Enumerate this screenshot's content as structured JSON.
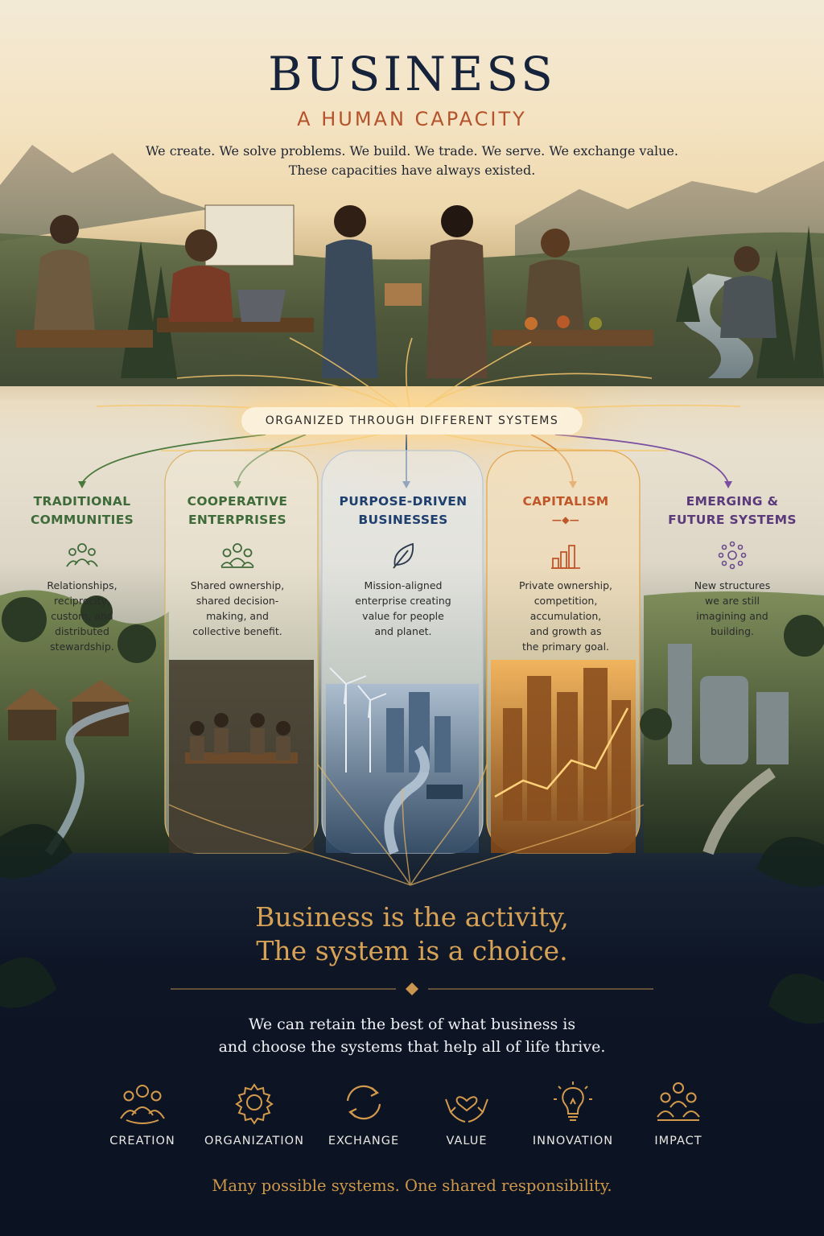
{
  "header": {
    "title": "BUSINESS",
    "subtitle": "A HUMAN CAPACITY",
    "intro_line1": "We create. We solve problems. We build. We trade. We serve. We exchange value.",
    "intro_line2": "These capacities have always existed."
  },
  "banner": "ORGANIZED THROUGH DIFFERENT SYSTEMS",
  "systems": [
    {
      "name1": "TRADITIONAL",
      "name2": "COMMUNITIES",
      "color": "#3f6b3a",
      "icon": "community-people-icon",
      "desc": [
        "Relationships,",
        "reciprocity,",
        "custom, and",
        "distributed",
        "stewardship."
      ]
    },
    {
      "name1": "COOPERATIVE",
      "name2": "ENTERPRISES",
      "color": "#3f6b3a",
      "icon": "group-people-icon",
      "desc": [
        "Shared ownership,",
        "shared decision-",
        "making, and",
        "collective benefit."
      ]
    },
    {
      "name1": "PURPOSE-DRIVEN",
      "name2": "BUSINESSES",
      "color": "#1f3f6e",
      "icon": "leaf-icon",
      "desc": [
        "Mission-aligned",
        "enterprise creating",
        "value for people",
        "and planet."
      ]
    },
    {
      "name1": "CAPITALISM",
      "name2": "",
      "color": "#c0572a",
      "icon": "bar-chart-icon",
      "desc": [
        "Private ownership,",
        "competition,",
        "accumulation,",
        "and growth as",
        "the primary goal."
      ]
    },
    {
      "name1": "EMERGING &",
      "name2": "FUTURE SYSTEMS",
      "color": "#5a3a7a",
      "icon": "dotted-circle-icon",
      "desc": [
        "New structures",
        "we are still",
        "imagining and",
        "building."
      ]
    }
  ],
  "tagline_line1": "Business is the activity,",
  "tagline_line2": "The system is a choice.",
  "closing_line1": "We can retain the best of what business is",
  "closing_line2": "and choose the systems that help all of life thrive.",
  "pillars": [
    {
      "label": "CREATION",
      "icon": "people-group-icon"
    },
    {
      "label": "ORGANIZATION",
      "icon": "gear-icon"
    },
    {
      "label": "EXCHANGE",
      "icon": "cycle-arrows-icon"
    },
    {
      "label": "VALUE",
      "icon": "heart-hands-icon"
    },
    {
      "label": "INNOVATION",
      "icon": "lightbulb-icon"
    },
    {
      "label": "IMPACT",
      "icon": "people-community-icon"
    }
  ],
  "footer": "Many possible systems. One shared responsibility.",
  "colors": {
    "navy": "#16233b",
    "rust": "#b4532b",
    "gold": "#d7a255",
    "dark_background": "#0e1626"
  }
}
